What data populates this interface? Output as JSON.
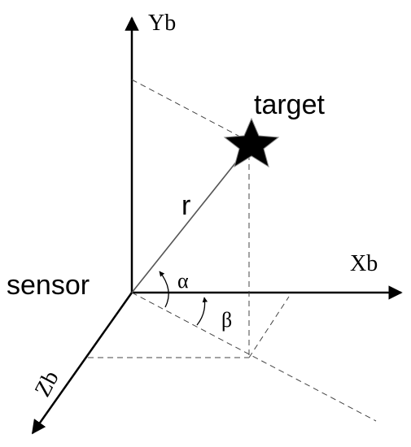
{
  "labels": {
    "y_axis": "Yb",
    "x_axis": "Xb",
    "z_axis": "Zb",
    "target": "target",
    "range": "r",
    "origin": "sensor",
    "elevation_angle": "α",
    "azimuth_angle": "β"
  },
  "colors": {
    "stroke": "#000000",
    "background": "#ffffff",
    "target_fill": "#000000"
  }
}
